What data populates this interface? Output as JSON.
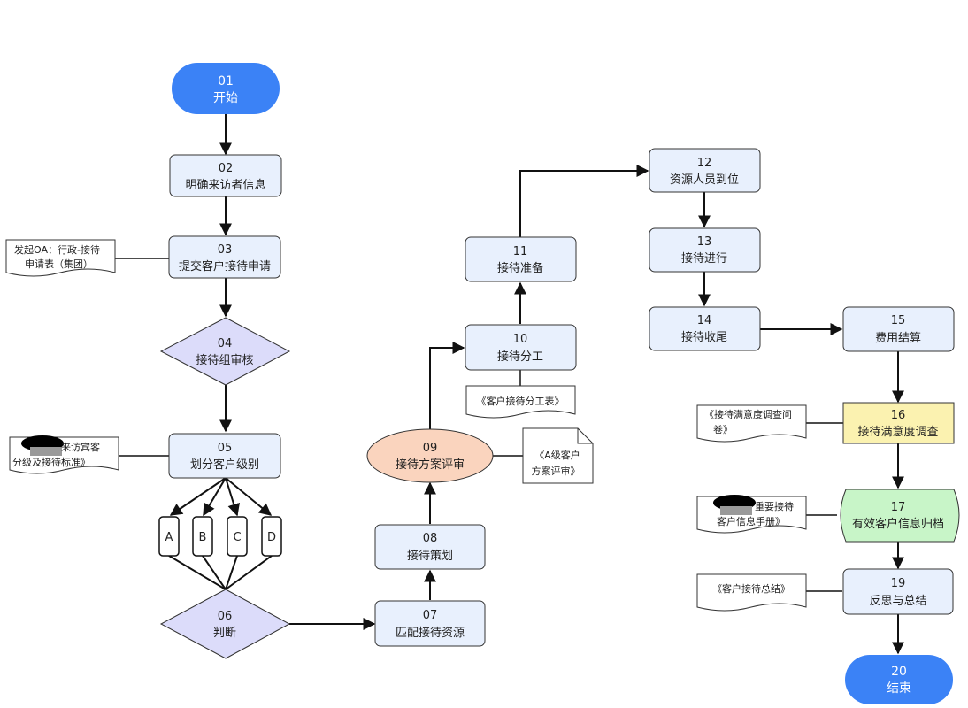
{
  "colors": {
    "terminal": "#3b82f6",
    "process": "#e8f0fd",
    "decision": "#dcdcfa",
    "review": "#fad4be",
    "survey": "#fbf2b0",
    "archive": "#c8f5c8",
    "stroke": "#333333",
    "redacted": "#000000"
  },
  "nodes": {
    "n01": {
      "num": "01",
      "label": "开始"
    },
    "n02": {
      "num": "02",
      "label": "明确来访者信息"
    },
    "n03": {
      "num": "03",
      "label": "提交客户接待申请"
    },
    "n04": {
      "num": "04",
      "label": "接待组审核"
    },
    "n05": {
      "num": "05",
      "label": "划分客户级别"
    },
    "n06": {
      "num": "06",
      "label": "判断"
    },
    "n07": {
      "num": "07",
      "label": "匹配接待资源"
    },
    "n08": {
      "num": "08",
      "label": "接待策划"
    },
    "n09": {
      "num": "09",
      "label": "接待方案评审"
    },
    "n10": {
      "num": "10",
      "label": "接待分工"
    },
    "n11": {
      "num": "11",
      "label": "接待准备"
    },
    "n12": {
      "num": "12",
      "label": "资源人员到位"
    },
    "n13": {
      "num": "13",
      "label": "接待进行"
    },
    "n14": {
      "num": "14",
      "label": "接待收尾"
    },
    "n15": {
      "num": "15",
      "label": "费用结算"
    },
    "n16": {
      "num": "16",
      "label": "接待满意度调查"
    },
    "n17": {
      "num": "17",
      "label": "有效客户信息归档"
    },
    "n19": {
      "num": "19",
      "label": "反思与总结"
    },
    "n20": {
      "num": "20",
      "label": "结束"
    }
  },
  "levels": [
    "A",
    "B",
    "C",
    "D"
  ],
  "docs": {
    "d03": {
      "line1": "发起OA：行政-接待",
      "line2": "申请表（集团）"
    },
    "d05": {
      "line1": "来访宾客",
      "line2": "分级及接待标准》"
    },
    "d09": {
      "line1": "《A级客户",
      "line2": "方案评审》"
    },
    "d10": {
      "line1": "《客户接待分工表》"
    },
    "d16": {
      "line1": "《接待满意度调查问",
      "line2": "卷》"
    },
    "d17": {
      "line1": "重要接待",
      "line2": "客户信息手册》"
    },
    "d19": {
      "line1": "《客户接待总结》"
    }
  }
}
